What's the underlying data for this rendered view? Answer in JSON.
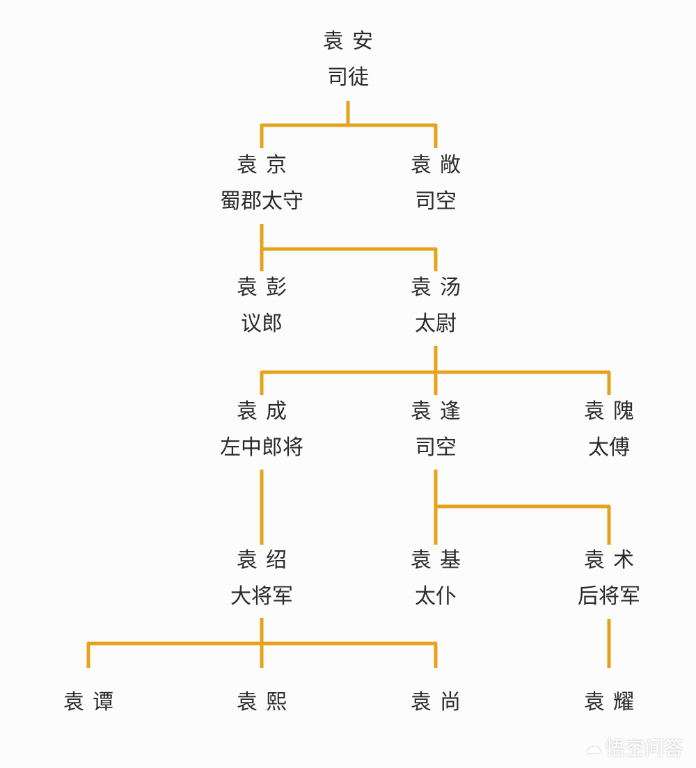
{
  "line_color": "#e6a21a",
  "nodes": [
    {
      "name": "袁安",
      "title": "司徒"
    },
    {
      "name": "袁京",
      "title": "蜀郡太守"
    },
    {
      "name": "袁敞",
      "title": "司空"
    },
    {
      "name": "袁彭",
      "title": "议郎"
    },
    {
      "name": "袁汤",
      "title": "太尉"
    },
    {
      "name": "袁成",
      "title": "左中郎将"
    },
    {
      "name": "袁逢",
      "title": "司空"
    },
    {
      "name": "袁隗",
      "title": "太傅"
    },
    {
      "name": "袁绍",
      "title": "大将军"
    },
    {
      "name": "袁基",
      "title": "太仆"
    },
    {
      "name": "袁术",
      "title": "后将军"
    },
    {
      "name": "袁谭"
    },
    {
      "name": "袁熙"
    },
    {
      "name": "袁尚"
    },
    {
      "name": "袁耀"
    }
  ],
  "watermark": {
    "text": "悟空问答",
    "icon": "wukong-cloud-icon"
  }
}
